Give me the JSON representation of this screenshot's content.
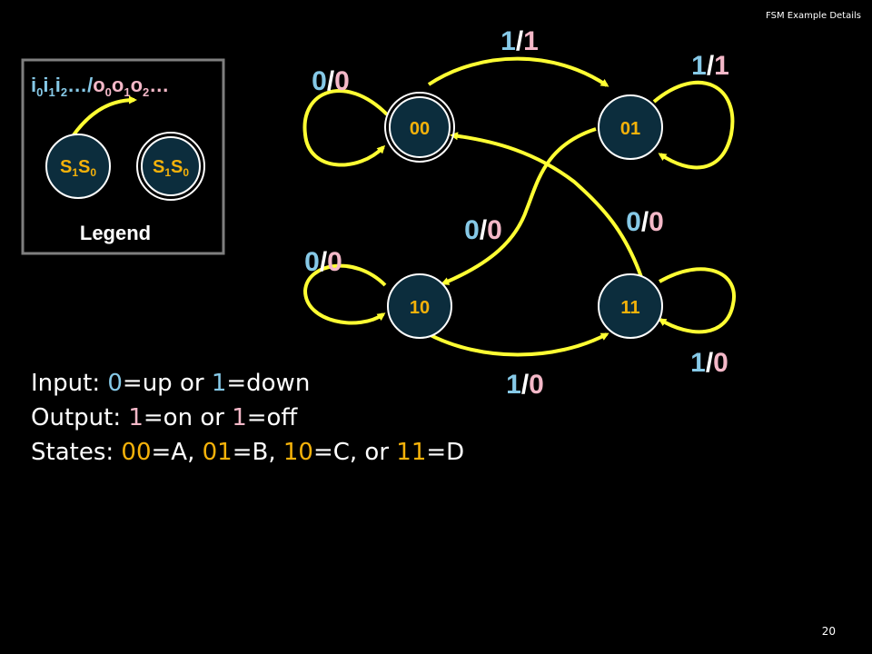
{
  "slide": {
    "header": "FSM Example Details",
    "page_number": "20"
  },
  "legend": {
    "label_in": [
      "i",
      "0",
      "i",
      "1",
      "i",
      "2",
      "…/"
    ],
    "label_out": [
      "o",
      "0",
      "o",
      "1",
      "o",
      "2",
      "…"
    ],
    "state_a": [
      "S",
      "1",
      "S",
      "0"
    ],
    "state_b": [
      "S",
      "1",
      "S",
      "0"
    ],
    "title": "Legend"
  },
  "states": [
    {
      "id": "00",
      "label": "00",
      "initial": true
    },
    {
      "id": "01",
      "label": "01"
    },
    {
      "id": "10",
      "label": "10"
    },
    {
      "id": "11",
      "label": "11"
    }
  ],
  "transitions": [
    {
      "name": "self-00",
      "input": "0",
      "output": "0"
    },
    {
      "name": "00-to-01",
      "input": "1",
      "output": "1"
    },
    {
      "name": "self-01",
      "input": "1",
      "output": "1"
    },
    {
      "name": "01-to-10",
      "input": "0",
      "output": "0"
    },
    {
      "name": "11-to-00",
      "input": "0",
      "output": "0"
    },
    {
      "name": "self-10",
      "input": "0",
      "output": "0"
    },
    {
      "name": "10-to-11",
      "input": "1",
      "output": "0"
    },
    {
      "name": "self-11",
      "input": "1",
      "output": "0"
    }
  ],
  "text": {
    "input_prefix": "Input: ",
    "input_v0": "0",
    "input_t1": "=up or ",
    "input_v1": "1",
    "input_t2": "=down",
    "output_prefix": "Output: ",
    "output_v0": "1",
    "output_t1": "=on or ",
    "output_v1": "1",
    "output_t2": "=off",
    "states_prefix": "States: ",
    "s0": "00",
    "s0t": "=A, ",
    "s1": "01",
    "s1t": "=B, ",
    "s2": "10",
    "s2t": "=C, or ",
    "s3": "11",
    "s3t": "=D"
  },
  "colors": {
    "input": "#86c9e7",
    "output": "#f4b8c8",
    "state": "#f5b20a",
    "arrow": "#ffff33",
    "node_fill": "#0c2d3d"
  }
}
